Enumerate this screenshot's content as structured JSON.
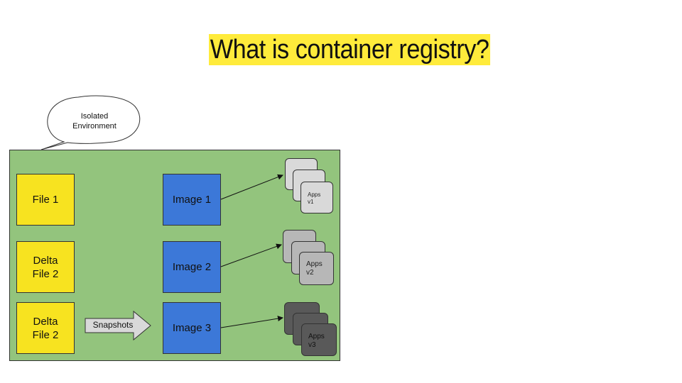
{
  "title": "What is container registry?",
  "bubble": {
    "text": "Isolated\nEnvironment"
  },
  "files": [
    {
      "label": "File 1"
    },
    {
      "label": "Delta\nFile 2"
    },
    {
      "label": "Delta\nFile 2"
    }
  ],
  "images": [
    {
      "label": "Image 1"
    },
    {
      "label": "Image 2"
    },
    {
      "label": "Image 3"
    }
  ],
  "snapshot_label": "Snapshots",
  "apps": [
    {
      "label": "Apps\nv1"
    },
    {
      "label": "Apps\nv2"
    },
    {
      "label": "Apps\nv3"
    }
  ],
  "colors": {
    "title_highlight": "#ffeb3b",
    "environment": "#93c47d",
    "file": "#f7e320",
    "image": "#3c78d8",
    "apps_v1": "#d9d9d9",
    "apps_v2": "#b7b7b7",
    "apps_v3": "#595959"
  }
}
